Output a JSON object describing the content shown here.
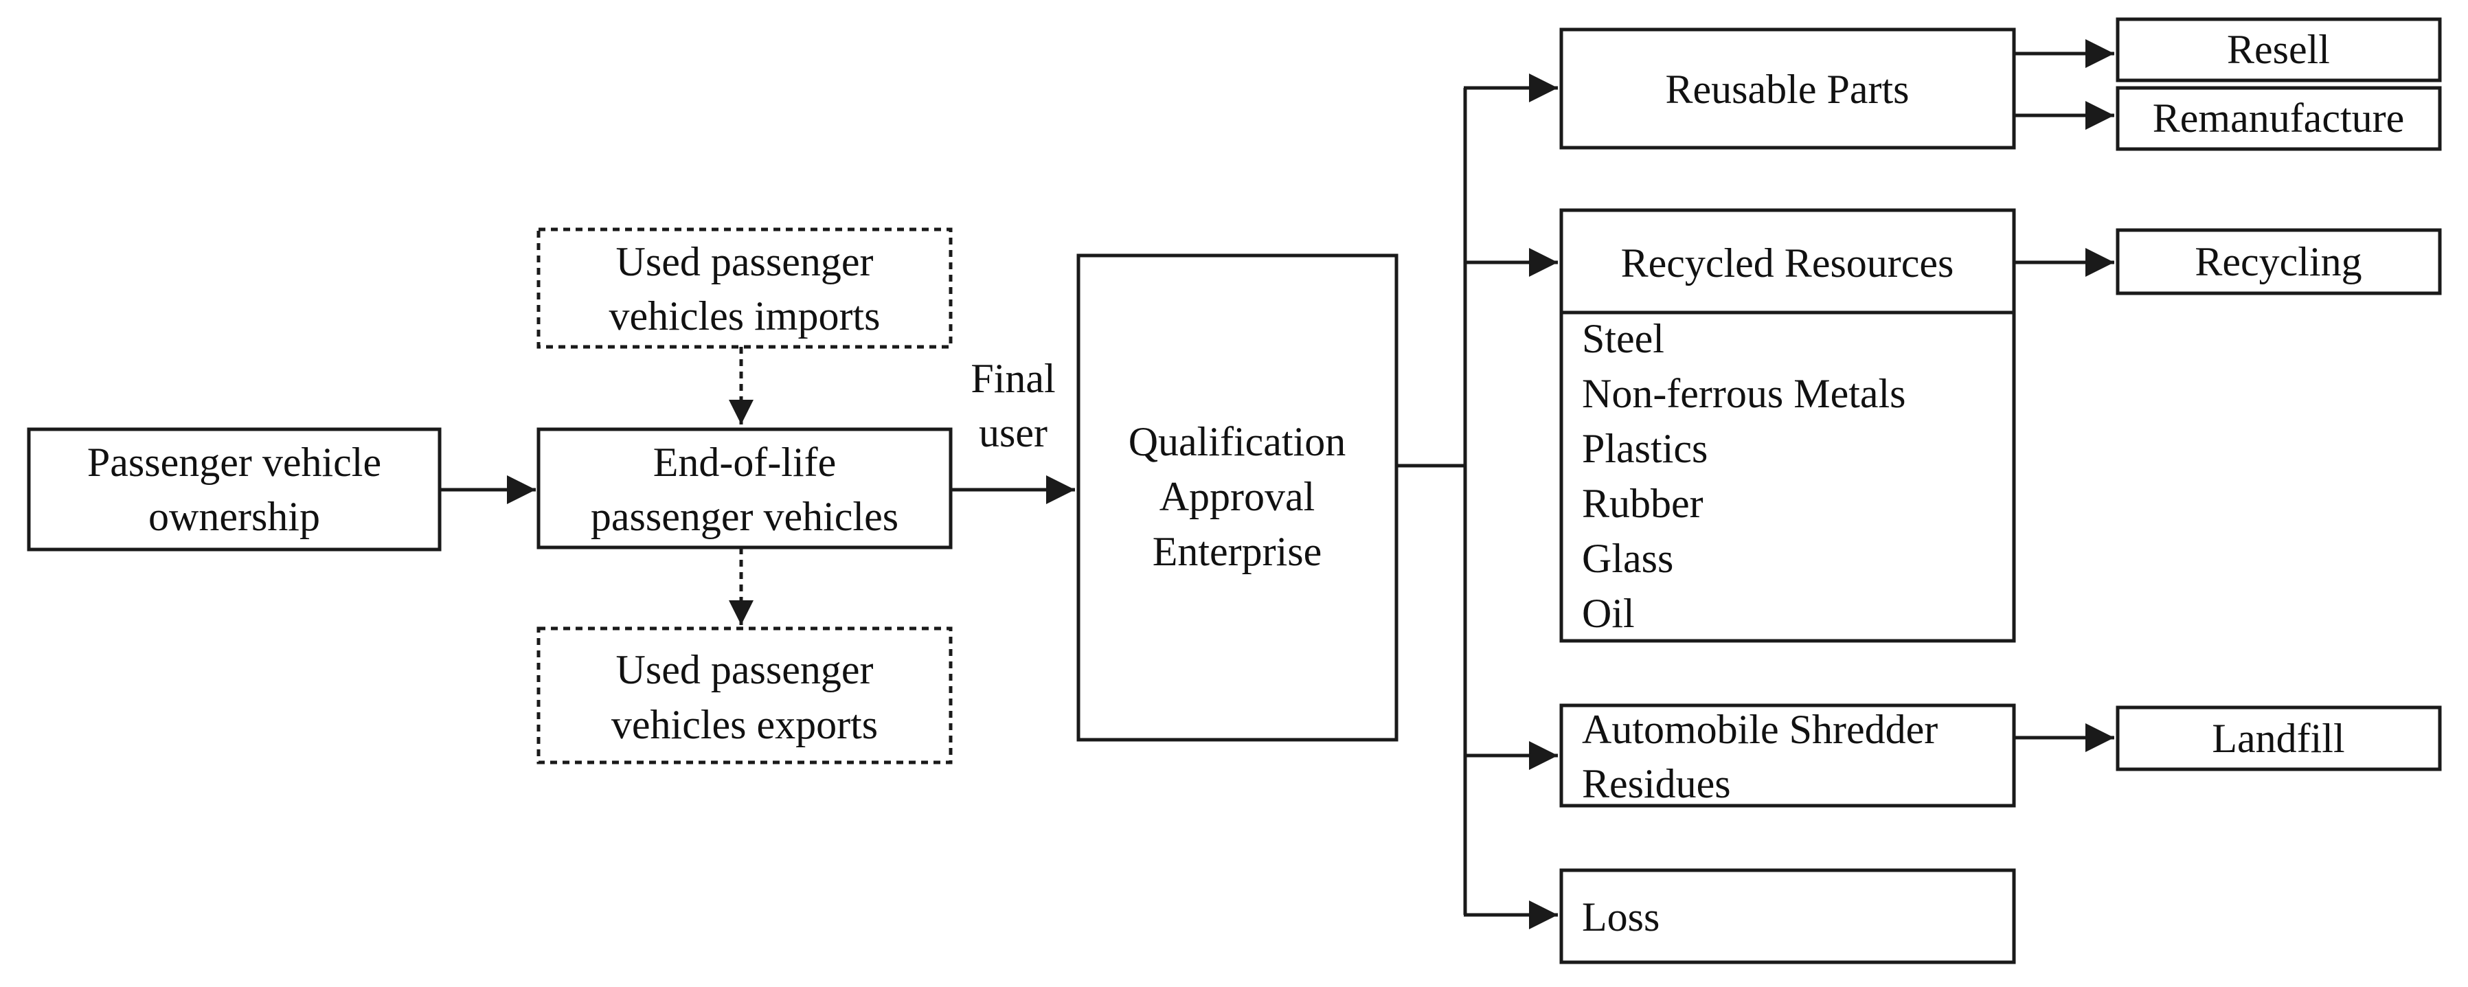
{
  "nodes": {
    "ownership": {
      "lines": [
        "Passenger vehicle",
        "ownership"
      ]
    },
    "eol": {
      "lines": [
        "End-of-life",
        "passenger vehicles"
      ]
    },
    "imports": {
      "lines": [
        "Used passenger",
        "vehicles imports"
      ]
    },
    "exports": {
      "lines": [
        "Used passenger",
        "vehicles exports"
      ]
    },
    "enterprise": {
      "lines": [
        "Qualification",
        "Approval",
        "Enterprise"
      ]
    },
    "reusable": {
      "label": "Reusable Parts"
    },
    "recycled": {
      "label": "Recycled  Resources",
      "materials": [
        "Steel",
        "Non-ferrous Metals",
        "Plastics",
        "Rubber",
        "Glass",
        "Oil"
      ]
    },
    "shredder": {
      "lines": [
        "Automobile Shredder",
        "Residues"
      ]
    },
    "loss": {
      "label": "Loss"
    },
    "resell": {
      "label": "Resell"
    },
    "remanufacture": {
      "label": "Remanufacture"
    },
    "recycling": {
      "label": "Recycling"
    },
    "landfill": {
      "label": "Landfill"
    }
  },
  "edge_labels": {
    "final_user": [
      "Final",
      "user"
    ]
  },
  "colors": {
    "stroke": "#1a1a1a",
    "fill": "#ffffff",
    "text": "#111111"
  }
}
